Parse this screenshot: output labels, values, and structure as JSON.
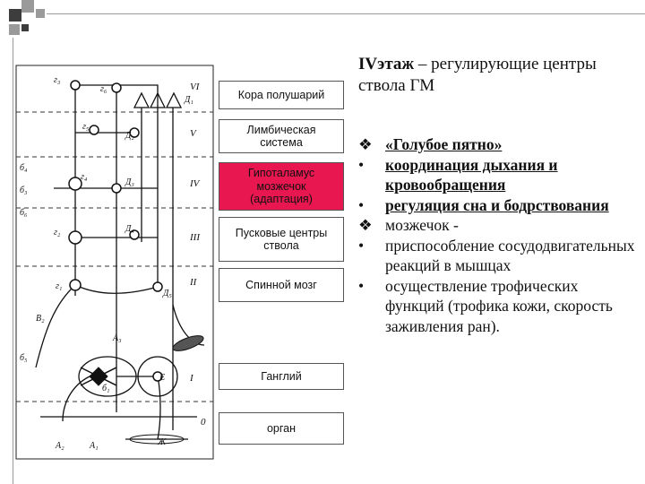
{
  "levels": [
    {
      "label": "Кора полушарий"
    },
    {
      "label": "Лимбическая система"
    },
    {
      "label": "Гипоталамус мозжечок (адаптация)"
    },
    {
      "label": "Пусковые центры ствола"
    },
    {
      "label": "Спинной мозг"
    },
    {
      "label": "Ганглий"
    },
    {
      "label": "орган"
    }
  ],
  "levels_lines": [
    [
      "Кора полушарий"
    ],
    [
      "Лимбическая",
      "система"
    ],
    [
      "Гипоталамус",
      "мозжечок",
      "(адаптация)"
    ],
    [
      "Пусковые центры",
      "ствола"
    ],
    [
      "Спинной мозг"
    ],
    [
      "Ганглий"
    ],
    [
      "орган"
    ]
  ],
  "colors": {
    "hypothalamus_fill": "#e8174f",
    "deco_dark": "#3d3d3d",
    "deco_gray": "#9a9a9a"
  },
  "roman_labels": [
    "VI",
    "V",
    "IV",
    "III",
    "II",
    "I",
    "0"
  ],
  "diagram_labels": {
    "g3": "г₃",
    "g6": "г₆",
    "d1": "Д₁",
    "g5": "г₅",
    "d2": "Д₂",
    "b4": "б₄",
    "b3": "б₃",
    "b6": "б₆",
    "g4": "г₄",
    "d3": "Д₃",
    "g2": "г₂",
    "d4": "Д₄",
    "g1": "г₁",
    "d5": "Д₅",
    "b2": "В₂",
    "b5": "б₅",
    "a3": "А₃",
    "b1": "б₁",
    "e": "Е",
    "a2": "А₂",
    "a1": "А₁",
    "zh": "Ж"
  },
  "title": {
    "bold": "IVэтаж",
    "rest": " – регулирующие центры ствола ГМ"
  },
  "bullets": [
    {
      "marker": "❖",
      "text": "«Голубое пятно»",
      "underline": true,
      "bold": true
    },
    {
      "marker": "•",
      "text": "координация дыхания и кровообращения",
      "underline": true,
      "bold": true
    },
    {
      "marker": "•",
      "text": "регуляция сна и бодрствования",
      "underline": true,
      "bold": true
    },
    {
      "marker": "❖",
      "text": "мозжечок -",
      "underline": false,
      "bold": false
    },
    {
      "marker": "•",
      "text": "приспособление сосудодвигательных реакций в мышцах",
      "underline": false,
      "bold": false
    },
    {
      "marker": "•",
      "text": "осуществление трофических функций (трофика кожи, скорость заживления ран).",
      "underline": false,
      "bold": false
    }
  ]
}
